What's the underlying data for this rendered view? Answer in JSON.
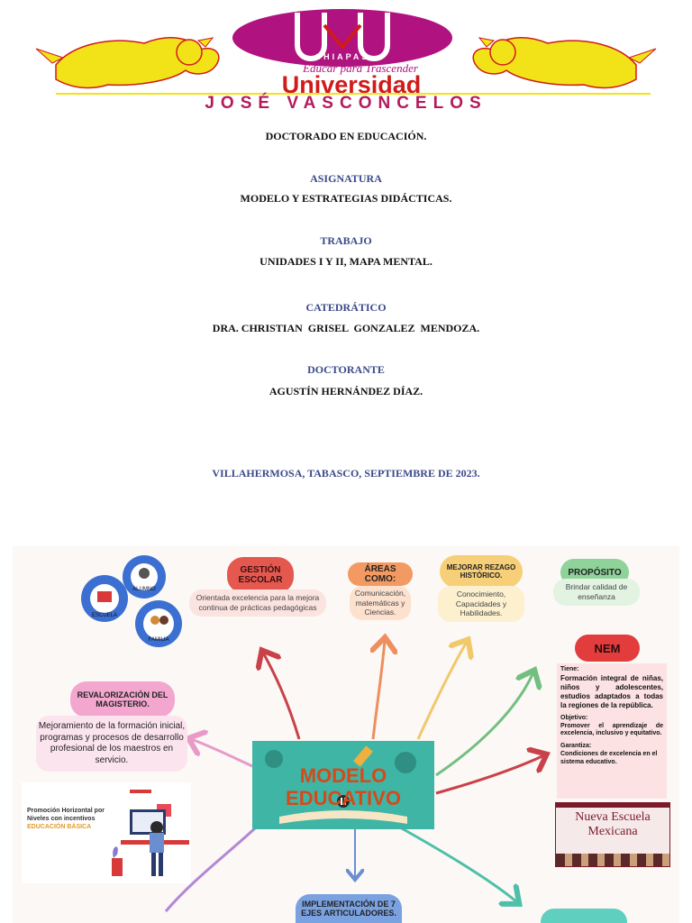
{
  "header": {
    "seal_text": "CHIAPAS",
    "motto": "Educar para Trascender",
    "university_line1": "Universidad",
    "university_line2": "JOSÉ VASCONCELOS"
  },
  "cover": {
    "program": "DOCTORADO EN EDUCACIÓN.",
    "subject_label": "ASIGNATURA",
    "subject_value": "MODELO Y ESTRATEGIAS DIDÁCTICAS.",
    "work_label": "TRABAJO",
    "work_value": "UNIDADES I Y II, MAPA MENTAL.",
    "teacher_label": "CATEDRÁTICO",
    "teacher_value": "DRA. CHRISTIAN  GRISEL  GONZALEZ  MENDOZA.",
    "student_label": "DOCTORANTE",
    "student_value": "AGUSTÍN HERNÁNDEZ DÍAZ.",
    "place_date": "VILLAHERMOSA, TABASCO, SEPTIEMBRE DE 2023."
  },
  "mindmap": {
    "center_title": "MODELO EDUCATIVO",
    "gestion_title": "GESTIÓN ESCOLAR",
    "gestion_text": "Orientada excelencia para la mejora continua de prácticas pedagógicas",
    "areas_title": "ÁREAS COMO:",
    "areas_text": "Comunicación, matemáticas y Ciencias.",
    "rezago_title": "MEJORAR REZAGO HISTÓRICO.",
    "rezago_text": "Conocimiento, Capacidades y Habilidades.",
    "proposito_title": "PROPÓSITO",
    "proposito_text": "Brindar calidad de enseñanza",
    "nem_title": "NEM",
    "nem_tiene_label": "Tiene:",
    "nem_tiene_text": "Formación integral de niñas, niños y adolescentes, estudios adaptados a todas la regiones de la república.",
    "nem_objetivo_label": "Objetivo:",
    "nem_objetivo_text": "Promover el aprendizaje de excelencia, inclusivo y equitativo.",
    "nem_garantiza_label": "Garantiza:",
    "nem_garantiza_text": "Condiciones de excelencia en el sistema educativo.",
    "nem_banner_line1": "Nueva Escuela",
    "nem_banner_line2": "Mexicana",
    "reval_title": "REVALORIZACIÓN DEL MAGISTERIO.",
    "reval_text": "Mejoramiento de la formación inicial, programas y procesos de desarrollo profesional de los maestros en servicio.",
    "gear_labels": [
      "ESCUELA",
      "ALUMNO",
      "FAMILIA"
    ],
    "promo_line1": "Promoción Horizontal por",
    "promo_line2": "Niveles con incentivos",
    "promo_line3": "EDUCACIÓN BÁSICA",
    "ejes_title": "IMPLEMENTACIÓN DE 7 EJES ARTICULADORES."
  },
  "colors": {
    "maroon": "#b5195c",
    "gold": "#f2e318",
    "magenta_seal": "#b0127f",
    "label_blue": "#3b4a8a"
  }
}
